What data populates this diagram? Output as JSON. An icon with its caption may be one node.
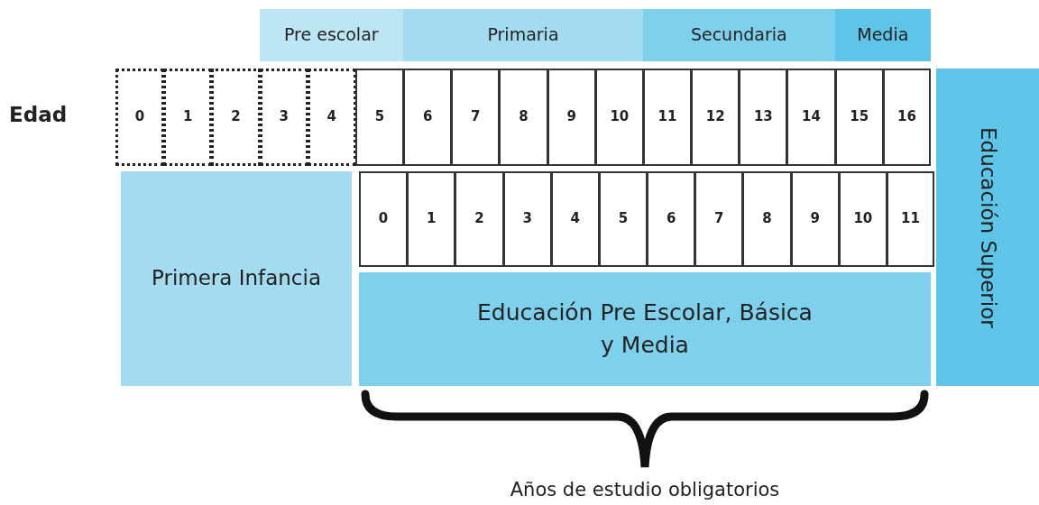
{
  "diagram": {
    "nodes": [
      {
        "text": [
          "Pre escolar"
        ]
      },
      {
        "text": [
          "Primaria"
        ]
      },
      {
        "text": [
          "Secundaria"
        ]
      },
      {
        "text": [
          "Media"
        ]
      },
      {
        "text": [
          "0"
        ]
      },
      {
        "text": [
          "1"
        ]
      },
      {
        "text": [
          "2"
        ]
      },
      {
        "text": [
          "3"
        ]
      },
      {
        "text": [
          "4"
        ]
      },
      {
        "text": [
          "5"
        ]
      },
      {
        "text": [
          "6"
        ]
      },
      {
        "text": [
          "7"
        ]
      },
      {
        "text": [
          "8"
        ]
      },
      {
        "text": [
          "9"
        ]
      },
      {
        "text": [
          "10"
        ]
      },
      {
        "text": [
          "11"
        ]
      },
      {
        "text": [
          "12"
        ]
      },
      {
        "text": [
          "13"
        ]
      },
      {
        "text": [
          "14"
        ]
      },
      {
        "text": [
          "15"
        ]
      },
      {
        "text": [
          "16"
        ]
      },
      {
        "text": [
          "Educación Superior"
        ]
      },
      {
        "text": [
          "Primera Infancia"
        ]
      },
      {
        "text": [
          "0"
        ]
      },
      {
        "text": [
          "1"
        ]
      },
      {
        "text": [
          "2"
        ]
      },
      {
        "text": [
          "3"
        ]
      },
      {
        "text": [
          "4"
        ]
      },
      {
        "text": [
          "5"
        ]
      },
      {
        "text": [
          "6"
        ]
      },
      {
        "text": [
          "7"
        ]
      },
      {
        "text": [
          "8"
        ]
      },
      {
        "text": [
          "9"
        ]
      },
      {
        "text": [
          "10"
        ]
      },
      {
        "text": [
          "11"
        ]
      },
      {
        "text": [
          "Educación Pre Escolar, Básica y Media"
        ]
      }
    ],
    "labels": [
      "Edad",
      "Años de estudio obligatorios"
    ]
  }
}
